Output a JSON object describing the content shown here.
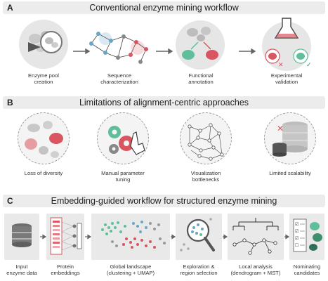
{
  "panelA": {
    "letter": "A",
    "title": "Conventional enzyme mining workflow",
    "steps": [
      {
        "line1": "Enzyme pool",
        "line2": "creation"
      },
      {
        "line1": "Sequence",
        "line2": "characterization"
      },
      {
        "line1": "Functional",
        "line2": "annotation"
      },
      {
        "line1": "Experimental",
        "line2": "validation"
      }
    ]
  },
  "panelB": {
    "letter": "B",
    "title": "Limitations of alignment-centric approaches",
    "items": [
      {
        "line1": "Loss of diversity",
        "line2": ""
      },
      {
        "line1": "Manual parameter",
        "line2": "tuning"
      },
      {
        "line1": "Visualization",
        "line2": "bottlenecks"
      },
      {
        "line1": "Limited scalability",
        "line2": ""
      }
    ]
  },
  "panelC": {
    "letter": "C",
    "title": "Embedding-guided workflow for structured enzyme mining",
    "steps": [
      {
        "line1": "Input",
        "line2": "enzyme data"
      },
      {
        "line1": "Protein",
        "line2": "embeddings"
      },
      {
        "line1": "Global landscape",
        "line2": "(clustering + UMAP)"
      },
      {
        "line1": "Exploration &",
        "line2": "region selection"
      },
      {
        "line1": "Local analysis",
        "line2": "(dendrogram + MST)"
      },
      {
        "line1": "Nominating",
        "line2": "candidates"
      }
    ]
  },
  "colors": {
    "teal": "#5fbf9a",
    "red": "#d9555f",
    "blue": "#6aa6c8",
    "gray": "#9a9a9a",
    "band": "#ececec"
  }
}
